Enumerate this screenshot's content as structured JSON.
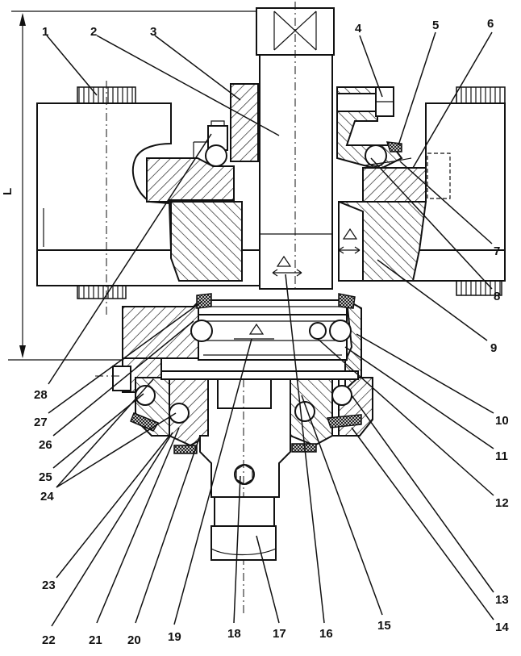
{
  "dimension_label": "L",
  "callouts": {
    "top": [
      "1",
      "2",
      "3",
      "4",
      "5",
      "6"
    ],
    "right": [
      "7",
      "8",
      "9",
      "10",
      "11",
      "12",
      "13",
      "14"
    ],
    "bottom": [
      "22",
      "21",
      "20",
      "19",
      "18",
      "17",
      "16",
      "15"
    ],
    "left": [
      "28",
      "27",
      "26",
      "25",
      "24",
      "23"
    ]
  }
}
